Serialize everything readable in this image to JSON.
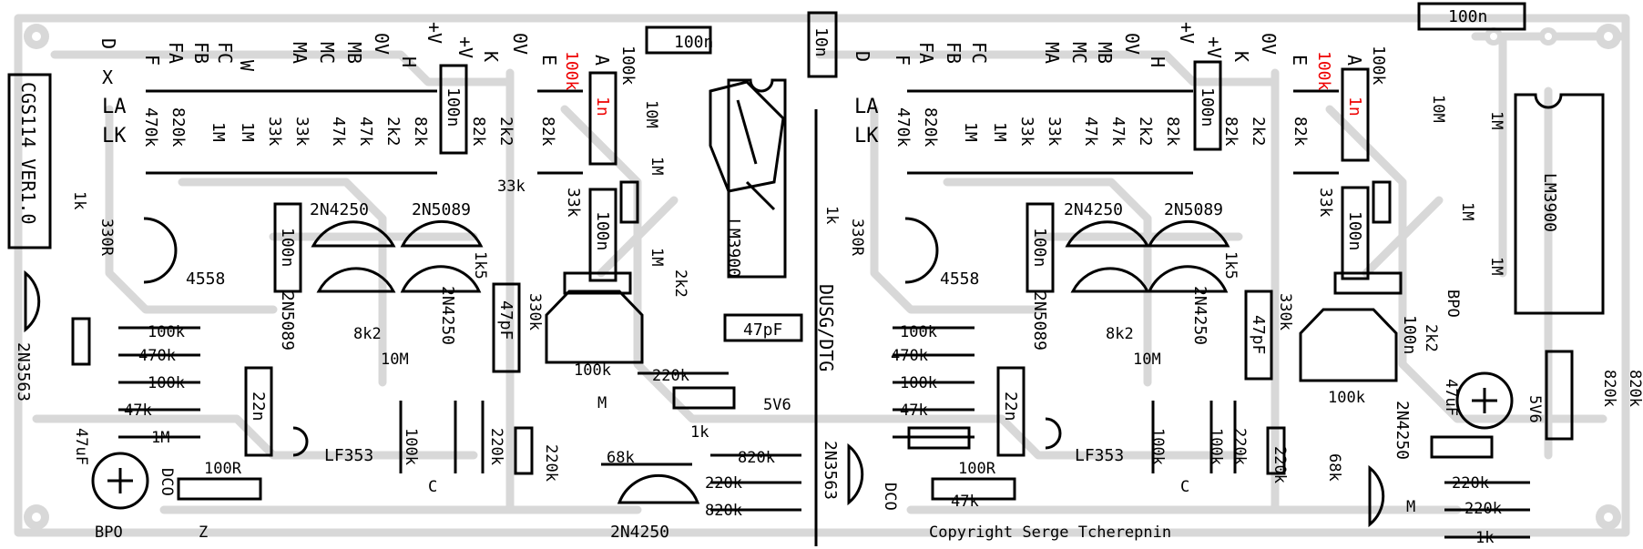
{
  "board": {
    "id": "CGS114 VER1.0",
    "copyright": "Copyright Serge Tcherepnin",
    "module": "DUSG/DTG"
  },
  "colors": {
    "background": "#ffffff",
    "ink": "#000000",
    "trace": "#d8d8d8",
    "highlight": "#e00000"
  },
  "left": {
    "top_labels": [
      "D",
      "F",
      "FA",
      "FB",
      "FC",
      "W",
      "MA",
      "MC",
      "MB",
      "0V",
      "H",
      "+V",
      "+V",
      "K",
      "0V",
      "E",
      "100k",
      "A",
      "100k"
    ],
    "side_labels": [
      "X",
      "LA",
      "LK"
    ],
    "resistor_row": [
      "470k",
      "820k",
      "1M",
      "1M",
      "33k",
      "33k",
      "47k",
      "47k",
      "2k2",
      "82k",
      "82k",
      "2k2",
      "82k",
      "33k"
    ],
    "caps": [
      "100n",
      "100n",
      "1n",
      "100n",
      "100n",
      "10n",
      "47pF",
      "47pF",
      "22n"
    ],
    "transistors": [
      "2N4250",
      "2N5089",
      "2N5089",
      "2N4250",
      "2N4250",
      "2N3563",
      "2N3563"
    ],
    "ics": [
      "4558",
      "LM3900",
      "LF353"
    ],
    "misc": [
      "1k",
      "330R",
      "1k5",
      "330k",
      "100k",
      "8k2",
      "10M",
      "10M",
      "1M",
      "1M",
      "2k2",
      "220k",
      "5V6",
      "1k",
      "68k",
      "820k",
      "220k",
      "820k",
      "100R",
      "47k",
      "1M",
      "100k",
      "470k",
      "100k",
      "220k",
      "220k",
      "100k",
      "47uF",
      "BPO",
      "Z",
      "DCO",
      "C",
      "M"
    ]
  },
  "right": {
    "top_labels": [
      "D",
      "F",
      "FA",
      "FB",
      "FC",
      "MA",
      "MC",
      "MB",
      "0V",
      "H",
      "+V",
      "+V",
      "K",
      "0V",
      "E",
      "100k",
      "A",
      "100k"
    ],
    "side_labels": [
      "LA",
      "LK"
    ],
    "resistor_row": [
      "470k",
      "820k",
      "1M",
      "1M",
      "33k",
      "33k",
      "47k",
      "47k",
      "2k2",
      "82k",
      "82k",
      "2k2",
      "82k",
      "33k"
    ],
    "caps": [
      "100n",
      "100n",
      "1n",
      "100n",
      "100n",
      "47pF",
      "22n",
      "100n"
    ],
    "transistors": [
      "2N4250",
      "2N5089",
      "2N5089",
      "2N4250",
      "2N4250"
    ],
    "ics": [
      "4558",
      "LM3900",
      "LF353"
    ],
    "misc": [
      "1k",
      "330R",
      "1k5",
      "330k",
      "100k",
      "8k2",
      "10M",
      "10M",
      "1M",
      "1M",
      "1M",
      "2k2",
      "BPO",
      "820k",
      "820k",
      "47uF",
      "5V6",
      "220k",
      "220k",
      "1k",
      "68k",
      "220k",
      "100k",
      "100k",
      "220k",
      "100k",
      "470k",
      "100k",
      "47k",
      "100R",
      "DCO",
      "C",
      "M"
    ]
  }
}
